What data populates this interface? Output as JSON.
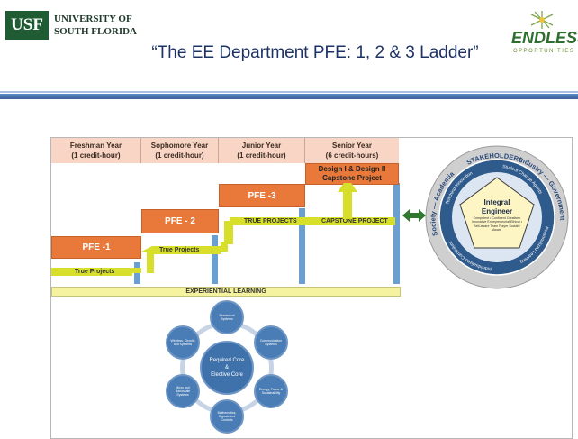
{
  "header": {
    "usf_logo_mark": "USF",
    "usf_logo_line1": "UNIVERSITY OF",
    "usf_logo_line2": "SOUTH FLORIDA",
    "title": "“The EE Department PFE: 1, 2 & 3 Ladder”",
    "endless_logo_word": "ENDLESS",
    "endless_logo_sub": "OPPORTUNITIES"
  },
  "ladder": {
    "years": [
      {
        "name": "Freshman Year",
        "credit": "(1 credit-hour)"
      },
      {
        "name": "Sophomore Year",
        "credit": "(1 credit-hour)"
      },
      {
        "name": "Junior Year",
        "credit": "(1 credit-hour)"
      },
      {
        "name": "Senior Year",
        "credit": "(6 credit-hours)"
      }
    ],
    "pfe1": "PFE -1",
    "pfe2": "PFE - 2",
    "pfe3": "PFE -3",
    "capstone_line1": "Design I & Design II",
    "capstone_line2": "Capstone Project",
    "bar_label_1": "True Projects",
    "bar_label_2": "True Projects",
    "bar_label_3": "TRUE PROJECTS",
    "bar_label_4": "CAPSTONE PROJECT",
    "experiential": "EXPERIENTIAL LEARNING"
  },
  "hex_cluster": {
    "center_line1": "Required Core",
    "center_line2": "&",
    "center_line3": "Elective Core",
    "nodes": [
      "Biomedical Systems",
      "Communication Systems",
      "Energy, Power & Sustainability",
      "Mathematics, Signals and Controls",
      "Micro and Nanoscale Systems",
      "Wireless, Circuits and Systems"
    ]
  },
  "stakeholders": {
    "title": "STAKEHOLDERS",
    "industry": "Industry",
    "government": "Government",
    "society": "Society",
    "academia": "Academia",
    "ring1": "Teaching Innovation",
    "ring2": "Student Change Agents",
    "ring3": "Personalized Learning",
    "ring4": "Individualized Curriculum",
    "core_title1": "Integral",
    "core_title2": "Engineer",
    "core_text": "Competent • Confident Creative • Innovative Entrepreneurial Ethical • Self-aware Team Player Socially Aware"
  },
  "colors": {
    "usf_green": "#1f5b33",
    "title_blue": "#1d3366",
    "pfe_orange": "#e8793a",
    "year_header": "#f8d5c4",
    "bar_yellow": "#d8df2a",
    "arrow_blue": "#6a9fd2",
    "double_arrow_green": "#2f7a2f"
  }
}
